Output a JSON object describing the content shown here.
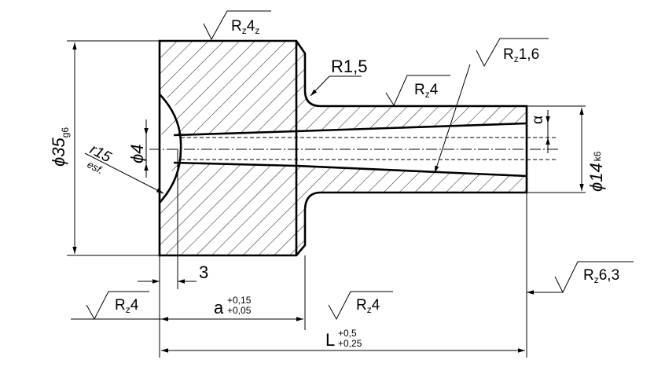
{
  "dimensions": {
    "outer_diameter": {
      "symbol": "ϕ35",
      "tolerance": "g6"
    },
    "bore_diameter": {
      "symbol": "ϕ4"
    },
    "shaft_diameter": {
      "symbol": "ϕ14",
      "tolerance": "k6"
    },
    "fillet_radius": "R1,5",
    "sphere_radius": "r15",
    "sphere_note": "esf.",
    "recess_depth": "3",
    "length_a": {
      "base": "a",
      "upper": "+0,15",
      "lower": "+0,05"
    },
    "length_L": {
      "base": "L",
      "upper": "+0,5",
      "lower": "+0,25"
    },
    "taper_angle": "α"
  },
  "roughness": {
    "top_face": {
      "prefix": "R",
      "sub": "z",
      "value": "4",
      "suffix": "z"
    },
    "bore_taper": {
      "prefix": "R",
      "sub": "z",
      "value": "1,6"
    },
    "shaft_surface": {
      "prefix": "R",
      "sub": "z",
      "value": "4"
    },
    "general": {
      "prefix": "R",
      "sub": "z",
      "value": "6,3"
    },
    "left_face": {
      "prefix": "R",
      "sub": "z",
      "value": "4"
    },
    "shoulder_face": {
      "prefix": "R",
      "sub": "z",
      "value": "4"
    }
  }
}
